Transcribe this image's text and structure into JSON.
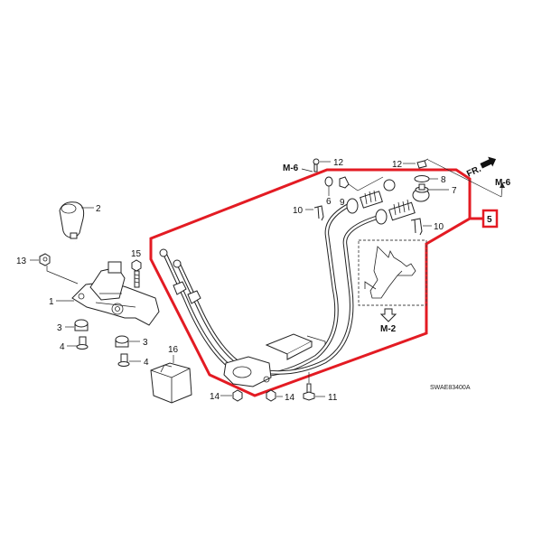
{
  "diagram": {
    "type": "exploded-parts-diagram",
    "subject": "shift lever and shift cable assembly",
    "code": "SWAE83400A",
    "direction_label": "FR.",
    "callouts": {
      "p1": "1",
      "p2": "2",
      "p3a": "3",
      "p3b": "3",
      "p4a": "4",
      "p4b": "4",
      "p5": "5",
      "p6": "6",
      "p7": "7",
      "p8": "8",
      "p9": "9",
      "p10a": "10",
      "p10b": "10",
      "p11": "11",
      "p12a": "12",
      "p12b": "12",
      "p13": "13",
      "p14a": "14",
      "p14b": "14",
      "p15": "15",
      "p16": "16"
    },
    "references": {
      "m6_left": "M-6",
      "m6_right": "M-6",
      "m2": "M-2"
    },
    "colors": {
      "highlight": "#e31b23",
      "line": "#222222"
    }
  }
}
